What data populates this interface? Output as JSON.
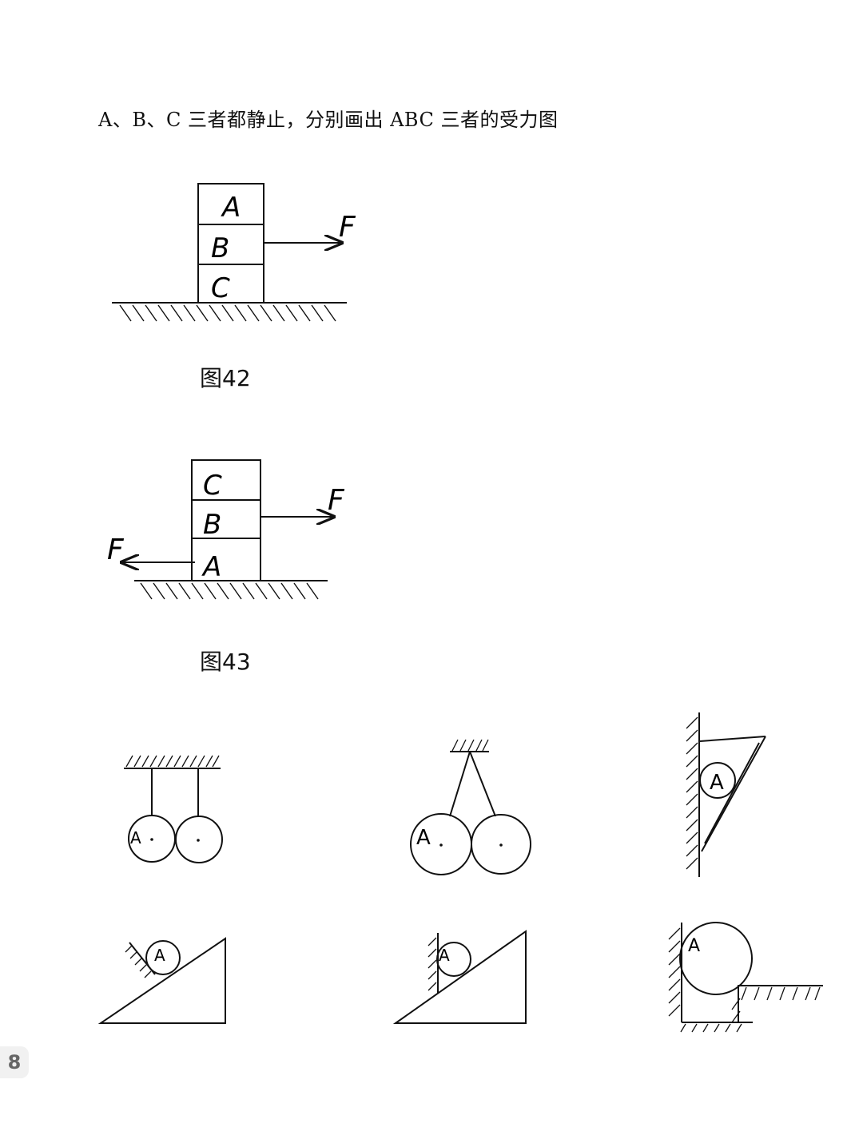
{
  "heading": "A、B、C 三者都静止，分别画出 ABC 三者的受力图",
  "figure42": {
    "caption": "图42",
    "blocks": [
      "A",
      "B",
      "C"
    ],
    "force_label": "F"
  },
  "figure43": {
    "caption": "图43",
    "blocks": [
      "C",
      "B",
      "A"
    ],
    "force_right_label": "F",
    "force_left_label": "F"
  },
  "sphere_figures": {
    "two_balls_parallel": {
      "ball_label": "A"
    },
    "two_balls_v": {
      "ball_label": "A"
    },
    "wall_board": {
      "ball_label": "A"
    },
    "incline_slanted_wall": {
      "ball_label": "A"
    },
    "incline_vertical_wall": {
      "ball_label": "A"
    },
    "ball_on_step": {
      "ball_label": "A"
    }
  },
  "page_number": "8"
}
